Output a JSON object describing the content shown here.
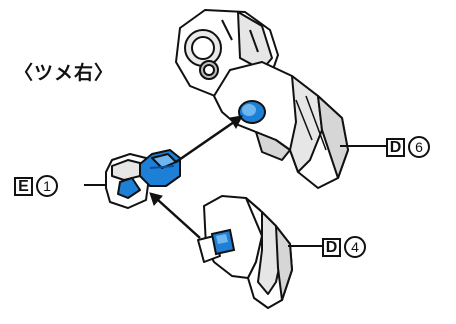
{
  "instruction": {
    "title": "〈ツメ右〉"
  },
  "parts": {
    "upper_part": {
      "letter": "D",
      "number": "6"
    },
    "small_part": {
      "letter": "E",
      "number": "1"
    },
    "lower_part": {
      "letter": "D",
      "number": "4"
    }
  },
  "colors": {
    "line": "#111111",
    "part_fill": "#ffffff",
    "shade": "#cfcfcf",
    "joint_blue": "#1e7fd6",
    "joint_dark": "#0d4e9e"
  }
}
